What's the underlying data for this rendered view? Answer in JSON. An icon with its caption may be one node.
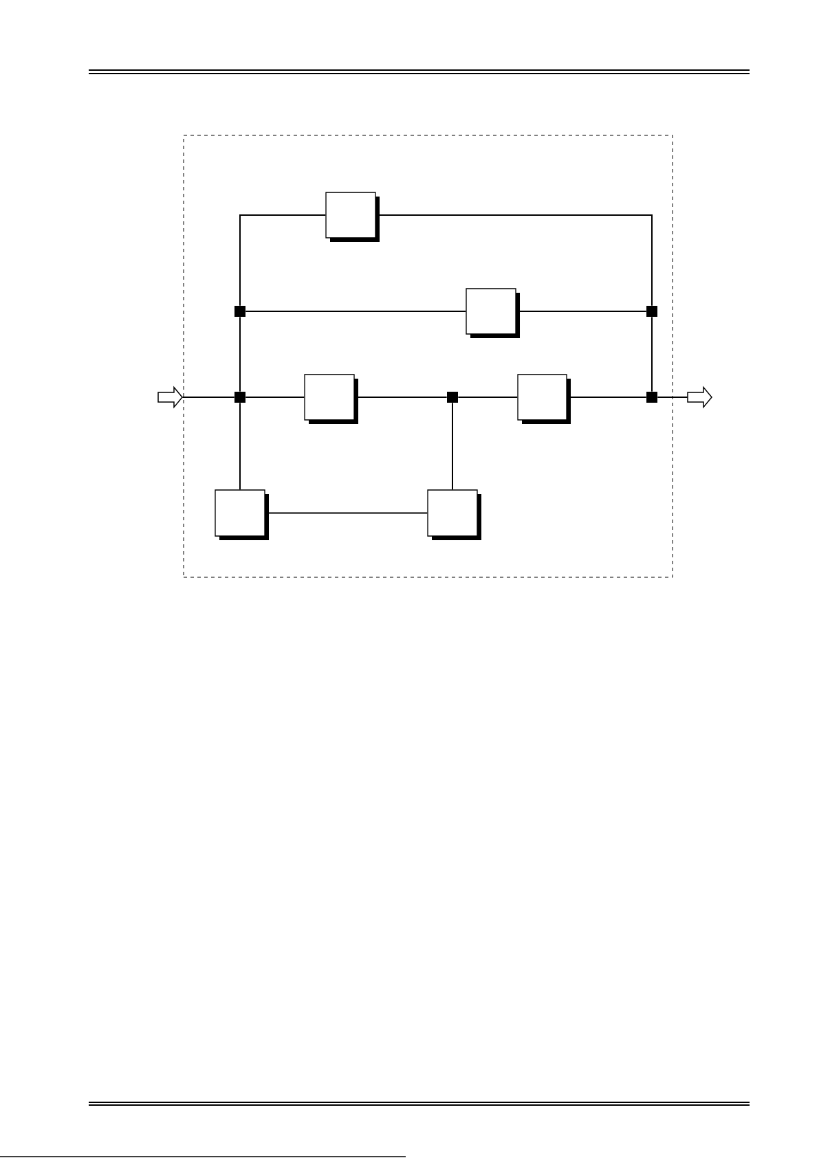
{
  "diagram": {
    "nodes": [
      {
        "text": [],
        "shape": "box"
      },
      {
        "text": [],
        "shape": "box",
        "in": 0
      },
      {
        "text": [],
        "shape": "square",
        "in": 0
      },
      {
        "text": [],
        "shape": "box",
        "in": 0
      },
      {
        "text": [],
        "shape": "square",
        "in": 0
      },
      {
        "text": [],
        "shape": "square",
        "in": 0
      },
      {
        "text": [],
        "shape": "box",
        "in": 0
      },
      {
        "text": [],
        "shape": "square",
        "in": 0
      },
      {
        "text": [],
        "shape": "box",
        "in": 0
      },
      {
        "text": [],
        "shape": "square",
        "in": 0
      },
      {
        "text": [],
        "shape": "box",
        "in": 0
      },
      {
        "text": [],
        "shape": "box",
        "in": 0
      },
      {
        "text": [],
        "shape": "arrow"
      },
      {
        "text": [],
        "shape": "arrow"
      }
    ],
    "edges": [
      {
        "from": 12,
        "to": 5,
        "arrow": "none"
      },
      {
        "from": 5,
        "to": 2,
        "arrow": "none"
      },
      {
        "from": 2,
        "to": 1,
        "arrow": "none"
      },
      {
        "from": 1,
        "to": 4,
        "arrow": "none"
      },
      {
        "from": 2,
        "to": 3,
        "arrow": "none"
      },
      {
        "from": 3,
        "to": 4,
        "arrow": "none"
      },
      {
        "from": 4,
        "to": 9,
        "arrow": "none"
      },
      {
        "from": 5,
        "to": 6,
        "arrow": "none"
      },
      {
        "from": 6,
        "to": 7,
        "arrow": "none"
      },
      {
        "from": 7,
        "to": 8,
        "arrow": "none"
      },
      {
        "from": 8,
        "to": 9,
        "arrow": "none"
      },
      {
        "from": 9,
        "to": 13,
        "arrow": "none"
      },
      {
        "from": 5,
        "to": 10,
        "arrow": "none"
      },
      {
        "from": 10,
        "to": 11,
        "arrow": "none"
      },
      {
        "from": 11,
        "to": 7,
        "arrow": "none"
      }
    ]
  }
}
